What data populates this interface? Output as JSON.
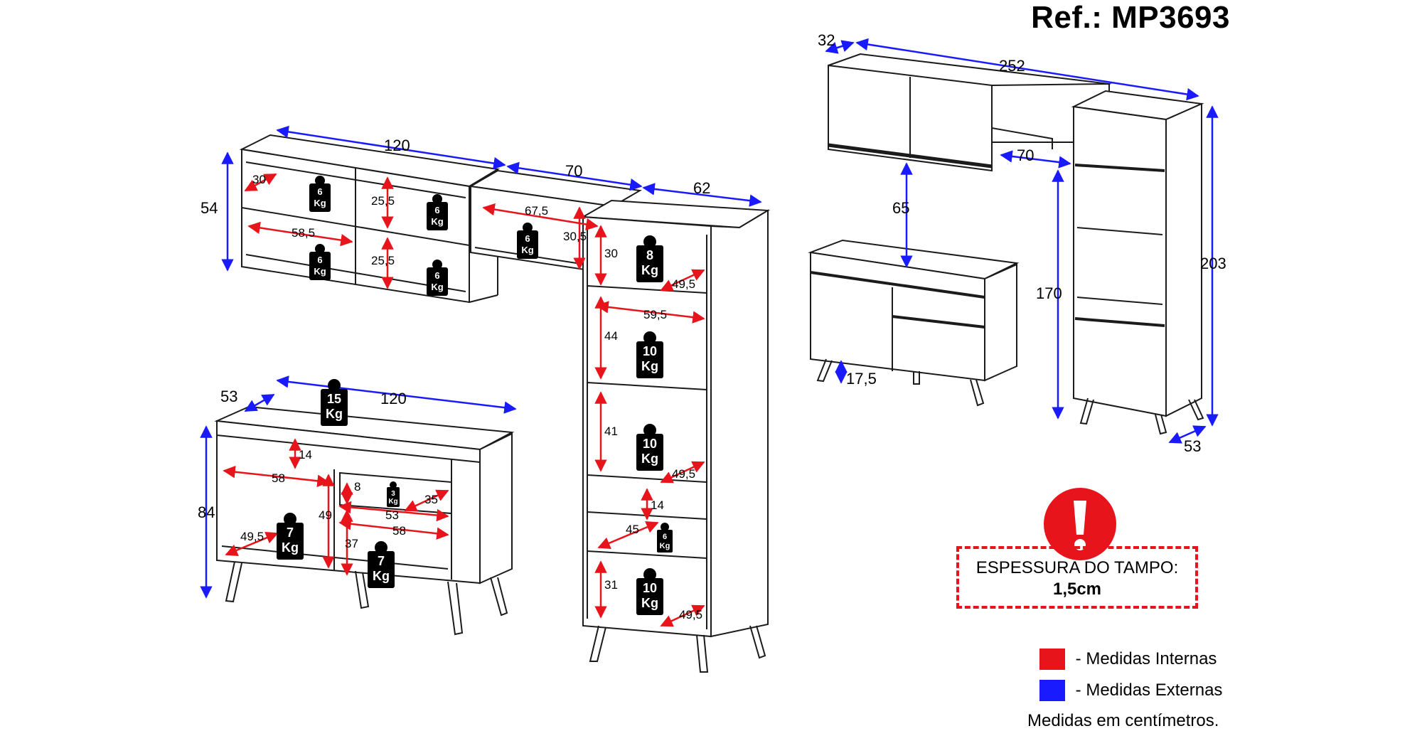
{
  "reference": "Ref.: MP3693",
  "notice": {
    "title": "ESPESSURA DO TAMPO:",
    "value": "1,5cm"
  },
  "legend": {
    "internal": {
      "label": "- Medidas Internas",
      "color": "#e8141b"
    },
    "external": {
      "label": "- Medidas Externas",
      "color": "#1a1aff"
    }
  },
  "footnote": "Medidas em centímetros.",
  "colors": {
    "internal": "#e8141b",
    "external": "#1a1aff",
    "line": "#1b1b1b",
    "weight": "#000000"
  },
  "dims": {
    "upper_width": "120",
    "upper_height": "54",
    "upper_depth": "30",
    "upper_inner_width": "58,5",
    "upper_inner_h1": "25,5",
    "upper_inner_h2": "25,5",
    "mid_width": "70",
    "mid_inner_width": "67,5",
    "mid_inner_height": "30,5",
    "tower_depth": "62",
    "tower_s1": "30",
    "tower_s1_depth": "49,5",
    "tower_inner_width": "59,5",
    "tower_s2": "44",
    "tower_s3": "41",
    "tower_s3_depth": "49,5",
    "tower_drawer": "14",
    "tower_drawer_depth": "45",
    "tower_s5": "31",
    "tower_s5_depth": "49,5",
    "base_width": "120",
    "base_depth": "53",
    "base_height": "84",
    "base_drawer": "14",
    "base_left_width": "58",
    "base_left_height": "49",
    "base_left_depth": "49,5",
    "base_small_drawer": "8",
    "base_small_depth": "35",
    "base_right_w1": "53",
    "base_right_w2": "58",
    "base_right_height": "37",
    "ov_depth_top": "32",
    "ov_width": "252",
    "ov_gap": "70",
    "ov_clearance": "65",
    "ov_leg": "17,5",
    "ov_tower_h": "203",
    "ov_floor_to_top": "170",
    "ov_depth_bottom": "53"
  },
  "weights": {
    "upper_1": [
      "6",
      "Kg"
    ],
    "upper_2": [
      "6",
      "Kg"
    ],
    "upper_3": [
      "6",
      "Kg"
    ],
    "upper_4": [
      "6",
      "Kg"
    ],
    "mid": [
      "6",
      "Kg"
    ],
    "tower_1": [
      "8",
      "Kg"
    ],
    "tower_2": [
      "10",
      "Kg"
    ],
    "tower_3": [
      "10",
      "Kg"
    ],
    "tower_4": [
      "6",
      "Kg"
    ],
    "tower_5": [
      "10",
      "Kg"
    ],
    "base_top": [
      "15",
      "Kg"
    ],
    "base_left": [
      "7",
      "Kg"
    ],
    "base_drawer": [
      "3",
      "Kg"
    ],
    "base_right": [
      "7",
      "Kg"
    ]
  }
}
